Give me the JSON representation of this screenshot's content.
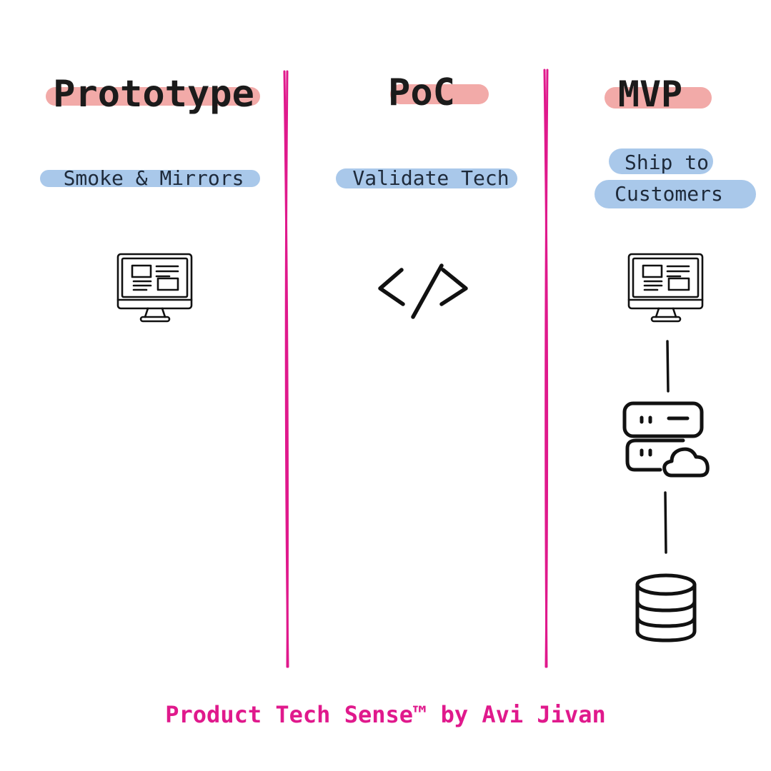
{
  "columns": [
    {
      "title": "Prototype",
      "subtitle": "Smoke & Mirrors",
      "icons": [
        "desktop-monitor-icon"
      ]
    },
    {
      "title": "PoC",
      "subtitle": "Validate Tech",
      "icons": [
        "code-brackets-icon"
      ]
    },
    {
      "title": "MVP",
      "subtitle_lines": [
        "Ship to",
        "Customers"
      ],
      "icons": [
        "desktop-monitor-icon",
        "server-cloud-icon",
        "database-icon"
      ]
    }
  ],
  "footer": "Product Tech Sense™ by Avi Jivan",
  "colors": {
    "divider": "#e0198c",
    "title_highlight": "#f2aaa8",
    "subtitle_highlight": "#a9c8ea",
    "ink": "#1b1b1b",
    "footer": "#e0198c"
  }
}
